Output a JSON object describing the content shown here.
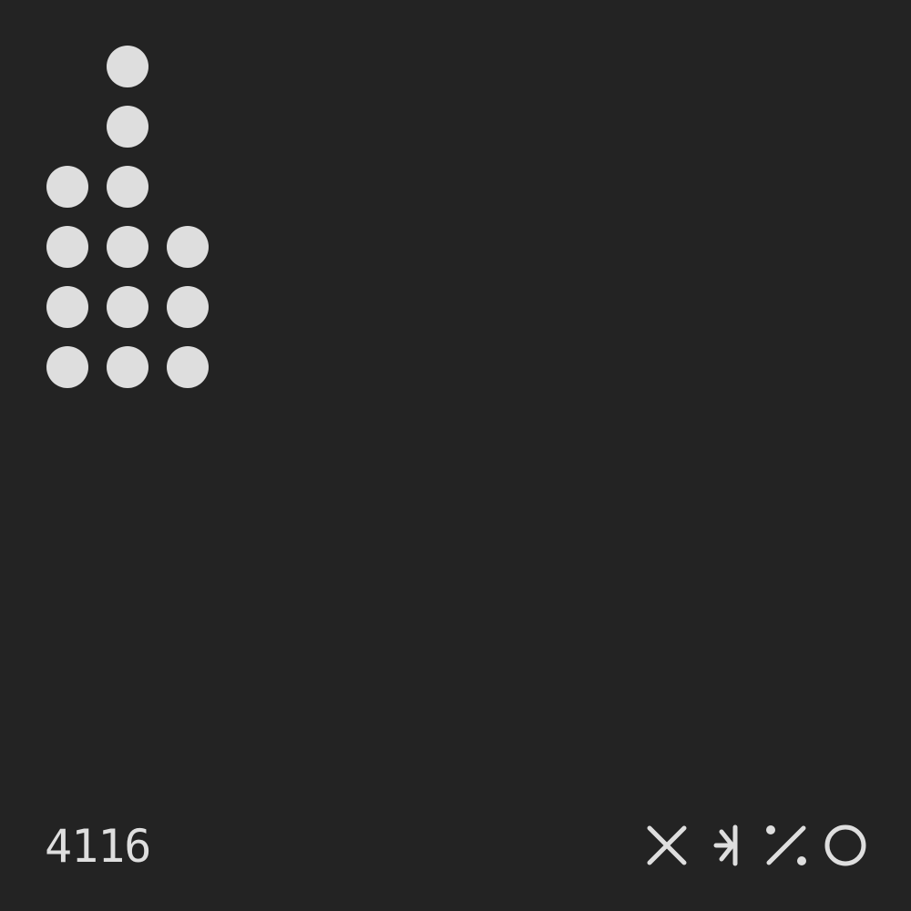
{
  "number_label": "4116",
  "dot_color": "#DEDEDE",
  "background_color": "#232323",
  "dot_grid": {
    "columns": 3,
    "rows": 6,
    "column_heights": [
      4,
      6,
      3
    ]
  },
  "symbols": [
    "cross-icon",
    "arrow-into-bar-icon",
    "percent-icon",
    "circle-icon"
  ]
}
